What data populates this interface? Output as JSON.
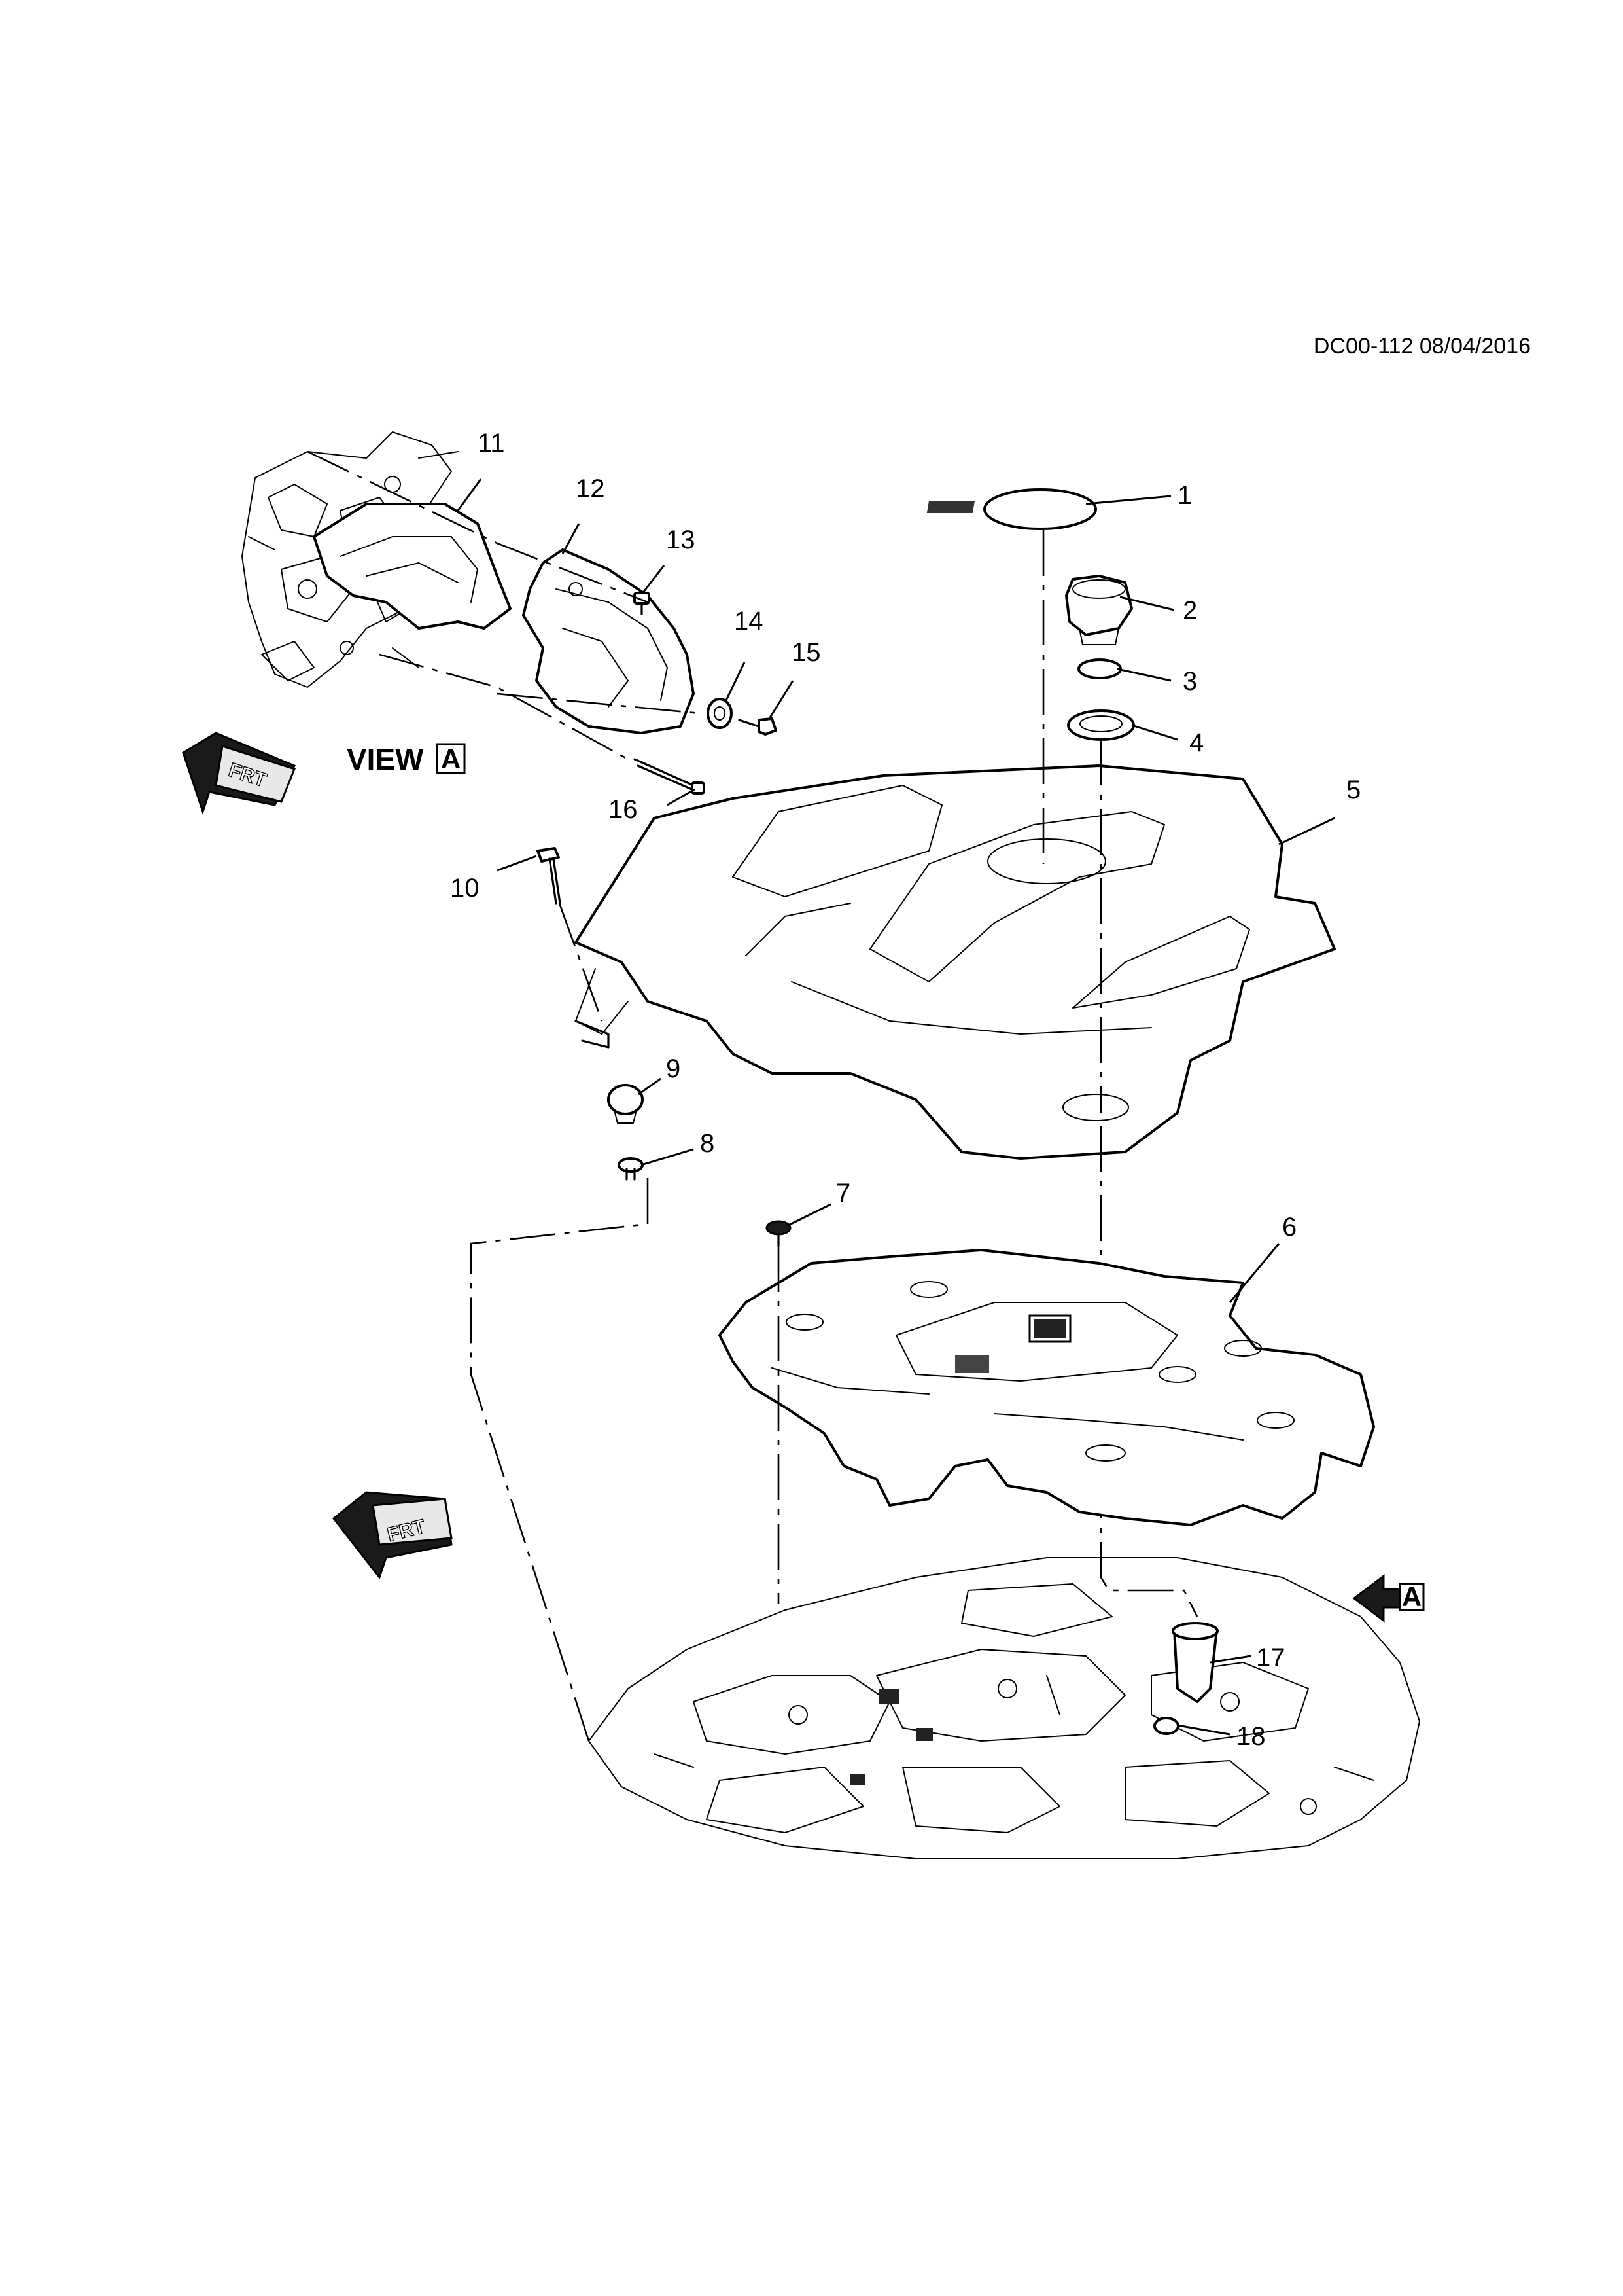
{
  "header": {
    "drawing_id": "DC00-112 08/04/2016"
  },
  "view_label": {
    "text": "VIEW",
    "letter": "A"
  },
  "view_marker": {
    "letter": "A"
  },
  "frt_text": "FRT",
  "callouts": [
    "1",
    "2",
    "3",
    "4",
    "5",
    "6",
    "7",
    "8",
    "9",
    "10",
    "11",
    "12",
    "13",
    "14",
    "15",
    "16",
    "17",
    "18"
  ]
}
